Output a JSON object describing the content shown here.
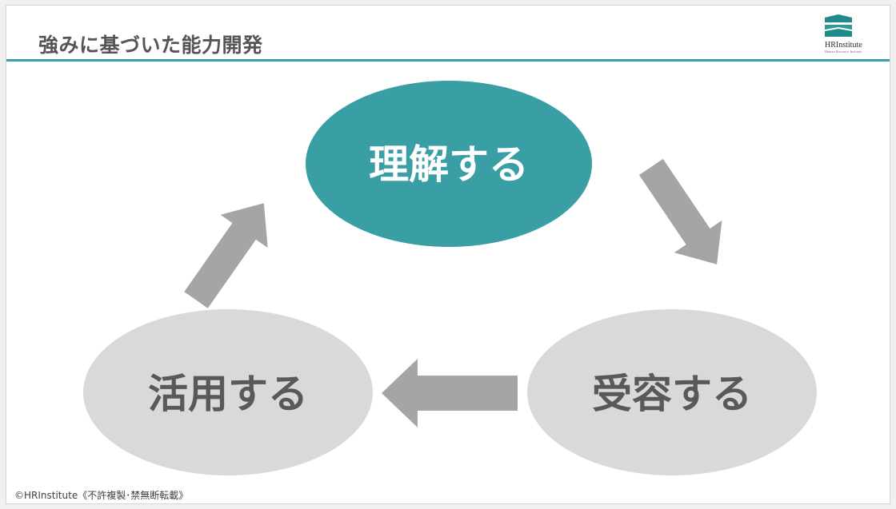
{
  "slide": {
    "title": "強みに基づいた能力開発",
    "footer": "©HRInstitute《不許複製･禁無断転載》"
  },
  "logo": {
    "name": "HRInstitute",
    "subtitle": "Human Resource Institute"
  },
  "cycle": {
    "nodes": [
      {
        "id": "understand",
        "label": "理解する",
        "active": true
      },
      {
        "id": "accept",
        "label": "受容する",
        "active": false
      },
      {
        "id": "utilize",
        "label": "活用する",
        "active": false
      }
    ],
    "flow": [
      "理解する",
      "受容する",
      "活用する",
      "理解する"
    ]
  },
  "colors": {
    "accent": "#3a9ea5",
    "active_text": "#ffffff",
    "inactive_fill": "#d9d9d9",
    "inactive_text": "#595959",
    "arrow": "#a5a5a5",
    "title": "#555555",
    "rule": "#3aa0a6"
  }
}
